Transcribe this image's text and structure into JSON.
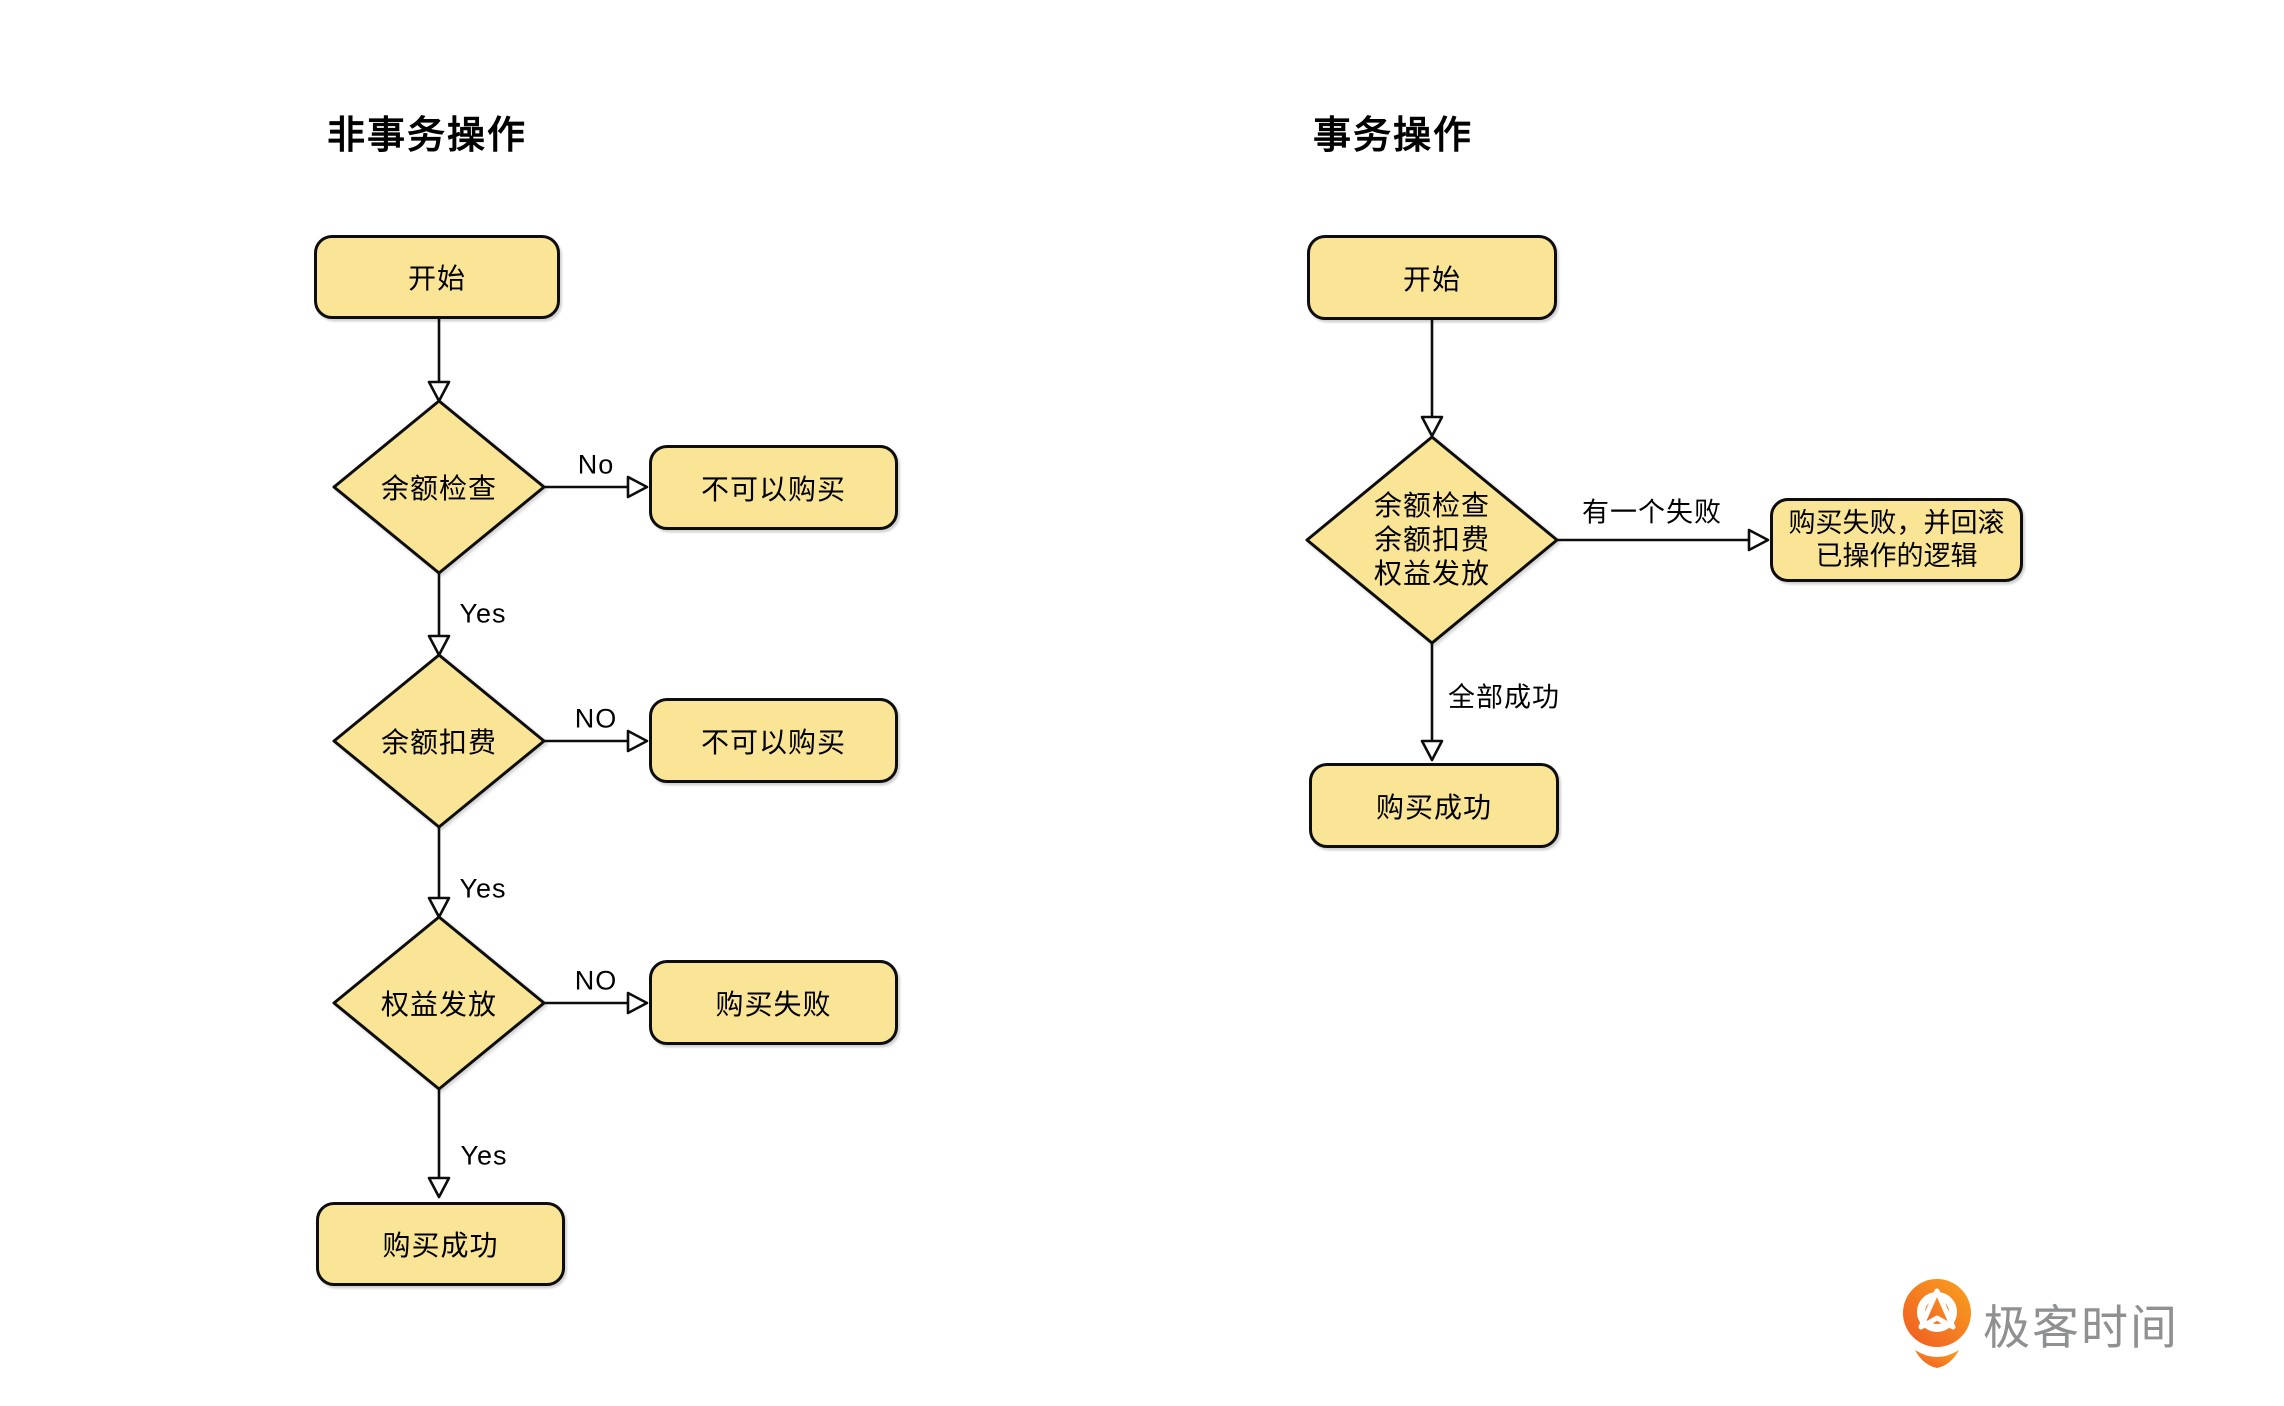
{
  "colors": {
    "canvas_bg": "#ffffff",
    "node_fill": "#FAE596",
    "node_border": "#0d0d0d",
    "edge": "#0d0d0d",
    "text": "#000000",
    "logo_orange_light": "#F9A21F",
    "logo_orange_dark": "#EF5A23",
    "logo_text": "#8F9092"
  },
  "left_flow": {
    "title": "非事务操作",
    "nodes": {
      "start": "开始",
      "decision1": "余额检查",
      "decision2": "余额扣费",
      "decision3": "权益发放",
      "result1": "不可以购买",
      "result2": "不可以购买",
      "result3": "购买失败",
      "end": "购买成功"
    },
    "edge_labels": {
      "no1": "No",
      "yes1": "Yes",
      "no2": "NO",
      "yes2": "Yes",
      "no3": "NO",
      "yes3": "Yes"
    }
  },
  "right_flow": {
    "title": "事务操作",
    "nodes": {
      "start": "开始",
      "decision_line1": "余额检查",
      "decision_line2": "余额扣费",
      "decision_line3": "权益发放",
      "fail_line1": "购买失败，并回滚",
      "fail_line2": "已操作的逻辑",
      "end": "购买成功"
    },
    "edge_labels": {
      "fail": "有一个失败",
      "success": "全部成功"
    }
  },
  "logo": {
    "text": "极客时间"
  }
}
